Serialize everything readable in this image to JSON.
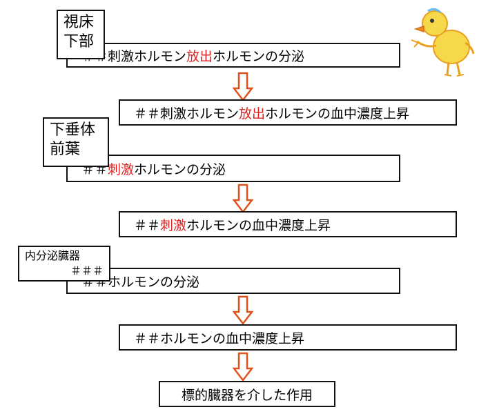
{
  "organs": {
    "hypothalamus": {
      "line1": "視床",
      "line2": "下部"
    },
    "pituitary": {
      "line1": "下垂体",
      "line2": "前葉"
    },
    "endocrine": {
      "line1": "内分泌臓器",
      "line2": "＃＃＃"
    }
  },
  "steps": {
    "s1": {
      "a": "＃＃刺激ホルモン",
      "b": "放出",
      "c": "ホルモンの分泌"
    },
    "s2": {
      "a": "＃＃刺激ホルモン",
      "b": "放出",
      "c": "ホルモンの血中濃度上昇"
    },
    "s3": {
      "a": "＃＃",
      "b": "刺激",
      "c": "ホルモンの分泌"
    },
    "s4": {
      "a": "＃＃",
      "b": "刺激",
      "c": "ホルモンの血中濃度上昇"
    },
    "s5": {
      "text": "＃＃ホルモンの分泌"
    },
    "s6": {
      "text": "＃＃ホルモンの血中濃度上昇"
    },
    "s7": {
      "text": "標的臓器を介した作用"
    }
  },
  "colors": {
    "highlight": "#e02020",
    "arrow_stroke": "#e0521c",
    "border": "#111111"
  },
  "icons": {
    "mascot": "yellow-chick-icon",
    "arrow": "down-arrow-icon"
  }
}
